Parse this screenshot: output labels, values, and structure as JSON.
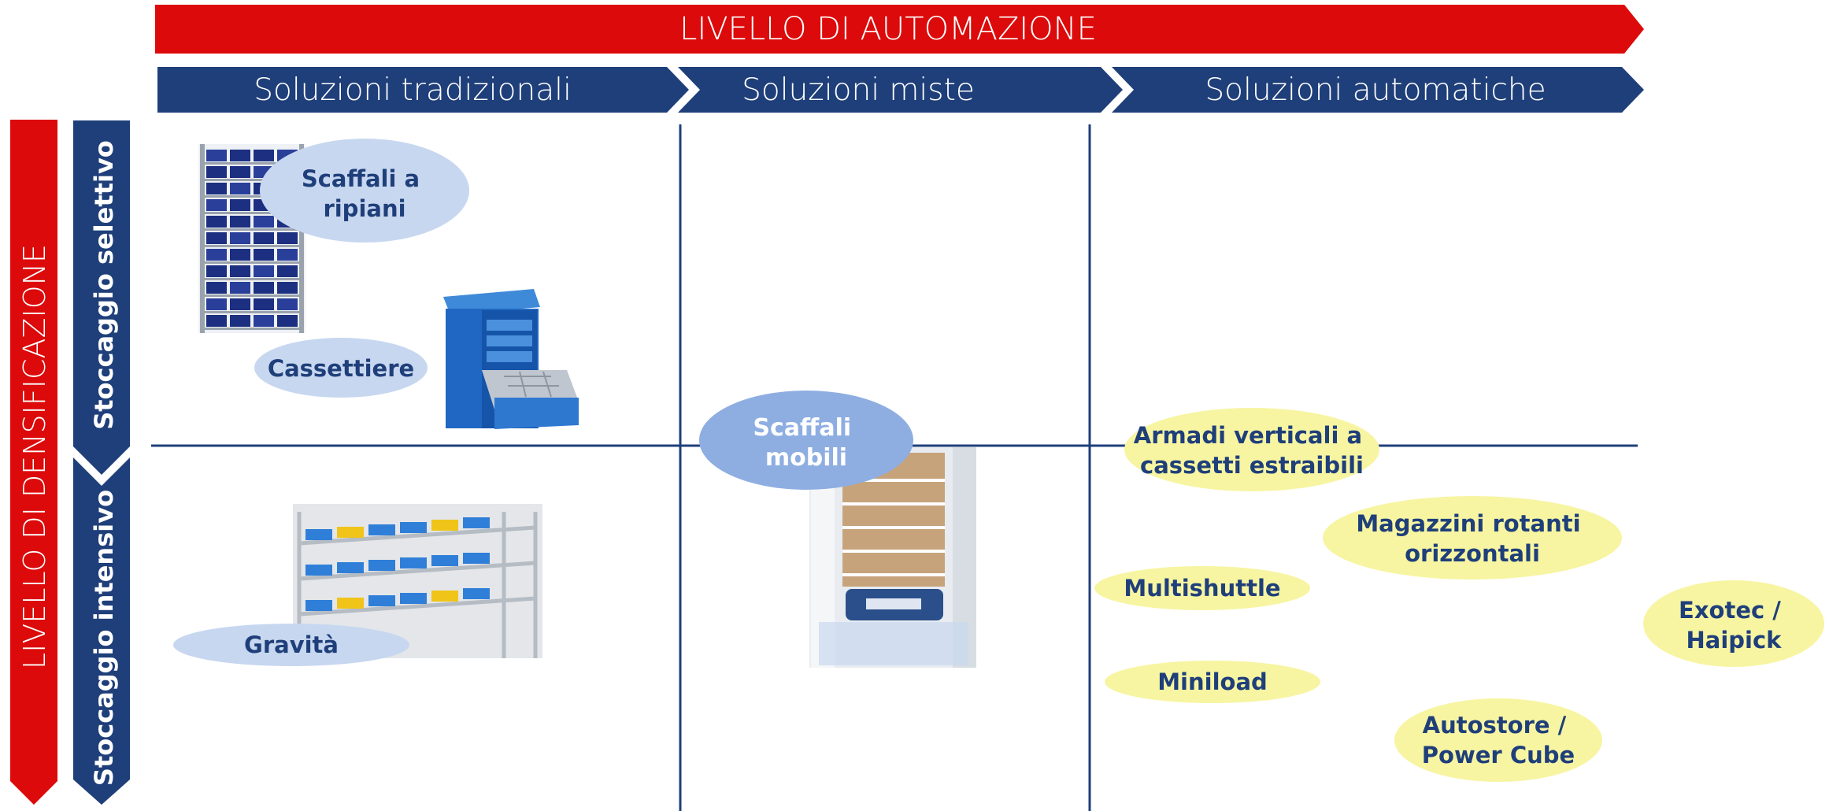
{
  "header": {
    "automation_title": "LIVELLO DI AUTOMAZIONE",
    "columns": [
      "Soluzioni tradizionali",
      "Soluzioni miste",
      "Soluzioni automatiche"
    ]
  },
  "side": {
    "densification_title": "LIVELLO DI DENSIFICAZIONE",
    "rows": [
      "Stoccaggio selettivo",
      "Stoccaggio intensivo"
    ]
  },
  "solutions": [
    {
      "lines": [
        "Scaffali a",
        "ripiani"
      ],
      "category": "tradizionale"
    },
    {
      "lines": [
        "Cassettiere"
      ],
      "category": "tradizionale"
    },
    {
      "lines": [
        "Gravità"
      ],
      "category": "tradizionale"
    },
    {
      "lines": [
        "Scaffali",
        "mobili"
      ],
      "category": "mista"
    },
    {
      "lines": [
        "Armadi verticali a",
        "cassetti estraibili"
      ],
      "category": "automatica"
    },
    {
      "lines": [
        "Magazzini rotanti",
        "orizzontali"
      ],
      "category": "automatica"
    },
    {
      "lines": [
        "Multishuttle"
      ],
      "category": "automatica"
    },
    {
      "lines": [
        "Exotec /",
        "Haipick"
      ],
      "category": "automatica"
    },
    {
      "lines": [
        "Miniload"
      ],
      "category": "automatica"
    },
    {
      "lines": [
        "Autostore /",
        "Power Cube"
      ],
      "category": "automatica"
    }
  ],
  "photos": [
    "shelving-rack",
    "drawer-cabinet",
    "gravity-rack",
    "mobile-shelving-robot"
  ],
  "colors": {
    "red": "#dc0a0a",
    "navy": "#1f3f7a",
    "light_blue": "#c7d7f0",
    "mid_blue": "#8eaee2",
    "yellow": "#f7f5a2"
  }
}
